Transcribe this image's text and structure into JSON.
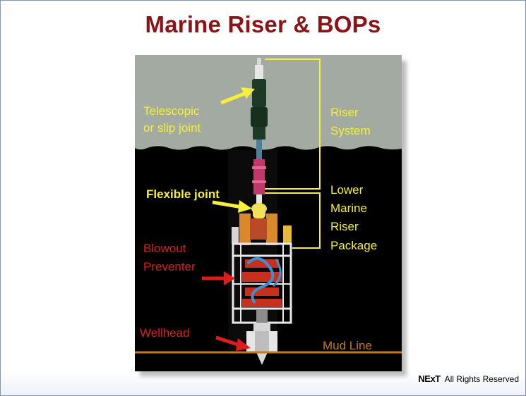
{
  "slide": {
    "title": "Marine Riser & BOPs"
  },
  "diagram": {
    "labels": {
      "telescopic_line1": "Telescopic",
      "telescopic_line2": "or slip joint",
      "riser_line1": "Riser",
      "riser_line2": "System",
      "flexible_joint": "Flexible joint",
      "lmrp_line1": "Lower",
      "lmrp_line2": "Marine",
      "lmrp_line3": "Riser",
      "lmrp_line4": "Package",
      "bop_line1": "Blowout",
      "bop_line2": "Preventer",
      "wellhead": "Wellhead",
      "mud_line": "Mud Line"
    },
    "colors": {
      "sky": "#a3aaa2",
      "sea": "#000000",
      "label_yellow": "#f5ef3a",
      "label_red": "#e01b1b",
      "mud_line": "#c47a1e",
      "riser_dark": "#1c3a26",
      "riser_pink": "#c2386a",
      "bop_frame": "#e8e8e8",
      "bop_red": "#c8301e",
      "bop_blue": "#3f8fd1",
      "bop_orange": "#d9882e"
    }
  },
  "footer": {
    "brand": "NExT",
    "rights": "All Rights Reserved"
  }
}
